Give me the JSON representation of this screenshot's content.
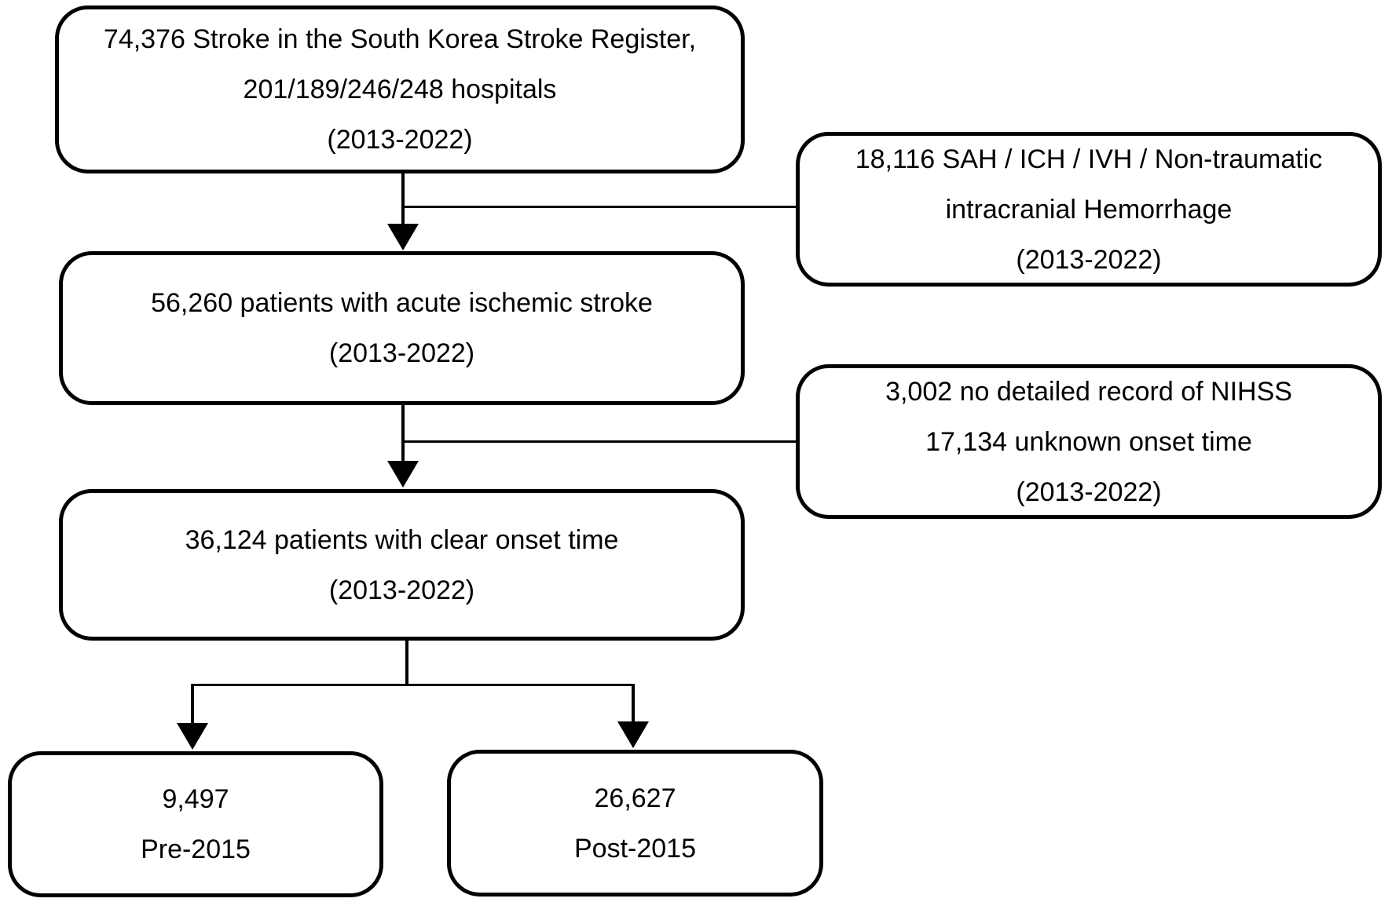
{
  "colors": {
    "background": "#ffffff",
    "box_fill": "#ffffff",
    "box_border": "#000000",
    "text": "#000000",
    "connector": "#000000"
  },
  "boxes": {
    "register": {
      "lines": [
        "74,376 Stroke in the South Korea Stroke Register,",
        "201/189/246/248 hospitals",
        "(2013-2022)"
      ]
    },
    "hemorrhage": {
      "lines": [
        "18,116 SAH / ICH / IVH / Non-traumatic",
        "intracranial Hemorrhage",
        "(2013-2022)"
      ]
    },
    "ischemic": {
      "lines": [
        "56,260 patients with acute ischemic stroke",
        "(2013-2022)"
      ]
    },
    "excluded": {
      "lines": [
        "3,002 no detailed record of NIHSS",
        "17,134 unknown onset time",
        "(2013-2022)"
      ]
    },
    "clear_onset": {
      "lines": [
        "36,124 patients with clear onset time",
        "(2013-2022)"
      ]
    },
    "pre2015": {
      "lines": [
        "9,497",
        "Pre-2015"
      ]
    },
    "post2015": {
      "lines": [
        "26,627",
        "Post-2015"
      ]
    }
  },
  "edges": [
    {
      "from": "register",
      "to": "ischemic",
      "exclusion_branch_to": "hemorrhage"
    },
    {
      "from": "ischemic",
      "to": "clear_onset",
      "exclusion_branch_to": "excluded"
    },
    {
      "from": "clear_onset",
      "to": "pre2015"
    },
    {
      "from": "clear_onset",
      "to": "post2015"
    }
  ]
}
